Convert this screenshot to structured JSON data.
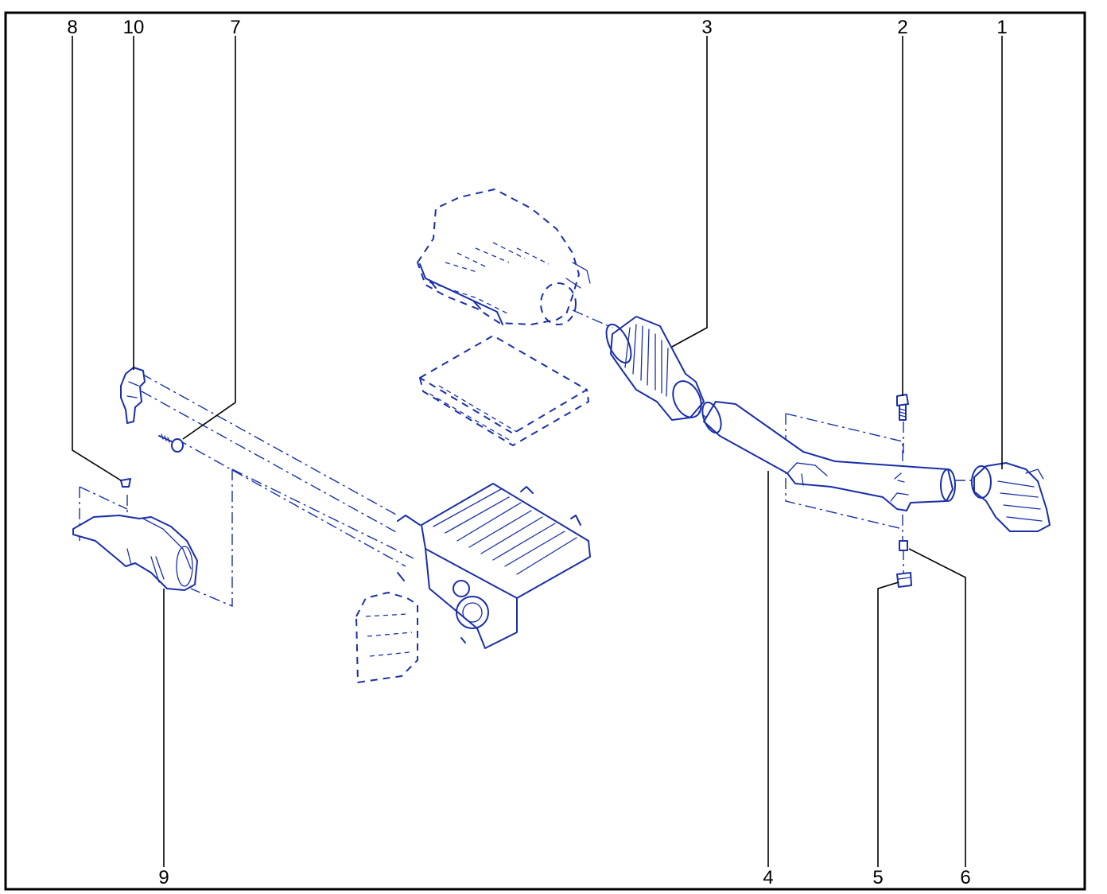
{
  "diagram": {
    "ink_color": "#1a2fa8",
    "frame_color": "#000000",
    "callouts": [
      {
        "id": "1",
        "label": "1"
      },
      {
        "id": "2",
        "label": "2"
      },
      {
        "id": "3",
        "label": "3"
      },
      {
        "id": "4",
        "label": "4"
      },
      {
        "id": "5",
        "label": "5"
      },
      {
        "id": "6",
        "label": "6"
      },
      {
        "id": "7",
        "label": "7"
      },
      {
        "id": "8",
        "label": "8"
      },
      {
        "id": "9",
        "label": "9"
      },
      {
        "id": "10",
        "label": "10"
      }
    ]
  }
}
